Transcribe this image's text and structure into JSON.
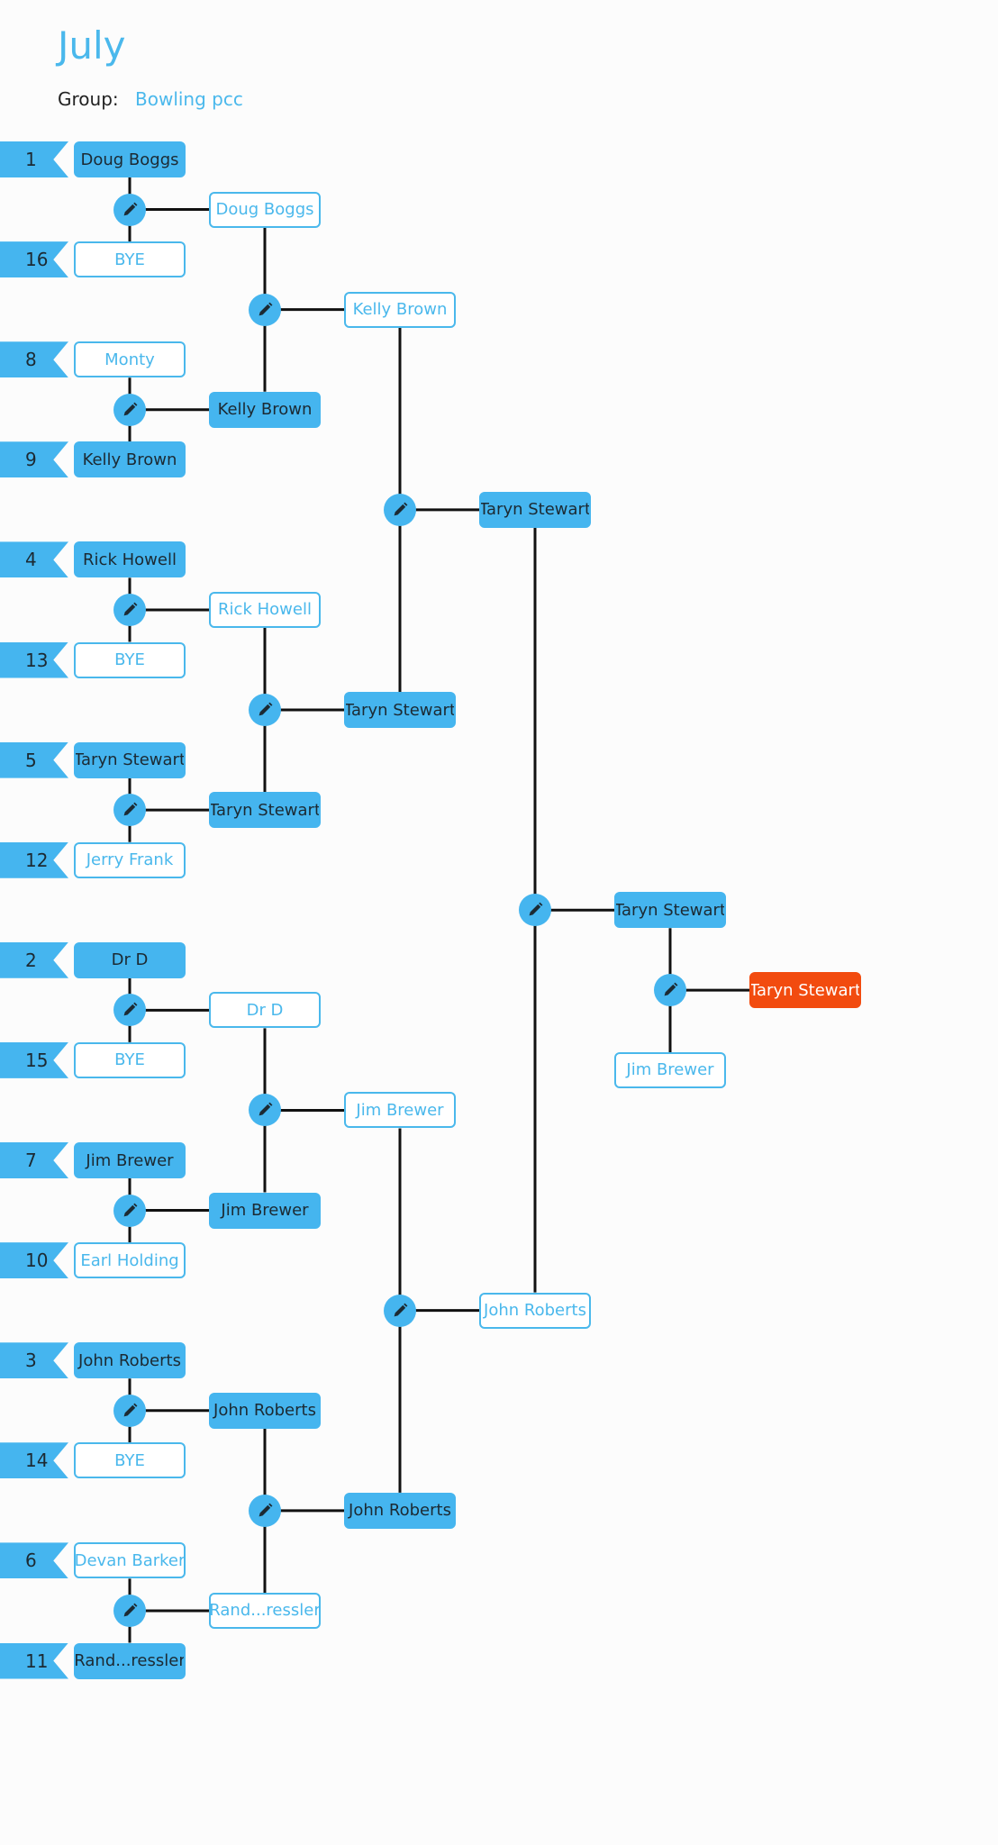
{
  "header": {
    "title": "July",
    "group_label": "Group:",
    "group_name": "Bowling pcc"
  },
  "colors": {
    "accent": "#45b5ef",
    "champion": "#f24b0f",
    "line": "#111111"
  },
  "icons": {
    "edit": "pencil-icon"
  },
  "bracket": {
    "round1": [
      {
        "seed": "1",
        "name": "Doug Boggs",
        "state": "win"
      },
      {
        "seed": "16",
        "name": "BYE",
        "state": "lose"
      },
      {
        "seed": "8",
        "name": "Monty",
        "state": "lose"
      },
      {
        "seed": "9",
        "name": "Kelly Brown",
        "state": "win"
      },
      {
        "seed": "4",
        "name": "Rick Howell",
        "state": "win"
      },
      {
        "seed": "13",
        "name": "BYE",
        "state": "lose"
      },
      {
        "seed": "5",
        "name": "Taryn Stewart",
        "state": "win"
      },
      {
        "seed": "12",
        "name": "Jerry Frank",
        "state": "lose"
      },
      {
        "seed": "2",
        "name": "Dr D",
        "state": "win"
      },
      {
        "seed": "15",
        "name": "BYE",
        "state": "lose"
      },
      {
        "seed": "7",
        "name": "Jim Brewer",
        "state": "win"
      },
      {
        "seed": "10",
        "name": "Earl Holding",
        "state": "lose"
      },
      {
        "seed": "3",
        "name": "John Roberts",
        "state": "win"
      },
      {
        "seed": "14",
        "name": "BYE",
        "state": "lose"
      },
      {
        "seed": "6",
        "name": "Devan Barker",
        "state": "lose"
      },
      {
        "seed": "11",
        "name": "Rand...ressler",
        "state": "win"
      }
    ],
    "round2": [
      {
        "name": "Doug Boggs",
        "state": "lose"
      },
      {
        "name": "Kelly Brown",
        "state": "win"
      },
      {
        "name": "Rick Howell",
        "state": "lose"
      },
      {
        "name": "Taryn Stewart",
        "state": "win"
      },
      {
        "name": "Dr D",
        "state": "lose"
      },
      {
        "name": "Jim Brewer",
        "state": "win"
      },
      {
        "name": "John Roberts",
        "state": "win"
      },
      {
        "name": "Rand...ressler",
        "state": "lose"
      }
    ],
    "round3": [
      {
        "name": "Kelly Brown",
        "state": "lose"
      },
      {
        "name": "Taryn Stewart",
        "state": "win"
      },
      {
        "name": "Jim Brewer",
        "state": "lose"
      },
      {
        "name": "John Roberts",
        "state": "win"
      }
    ],
    "round4": [
      {
        "name": "Taryn Stewart",
        "state": "win"
      },
      {
        "name": "John Roberts",
        "state": "lose"
      }
    ],
    "round5": [
      {
        "name": "Taryn Stewart",
        "state": "win"
      },
      {
        "name": "Jim Brewer",
        "state": "lose"
      }
    ],
    "champion": {
      "name": "Taryn Stewart",
      "state": "champ"
    }
  }
}
